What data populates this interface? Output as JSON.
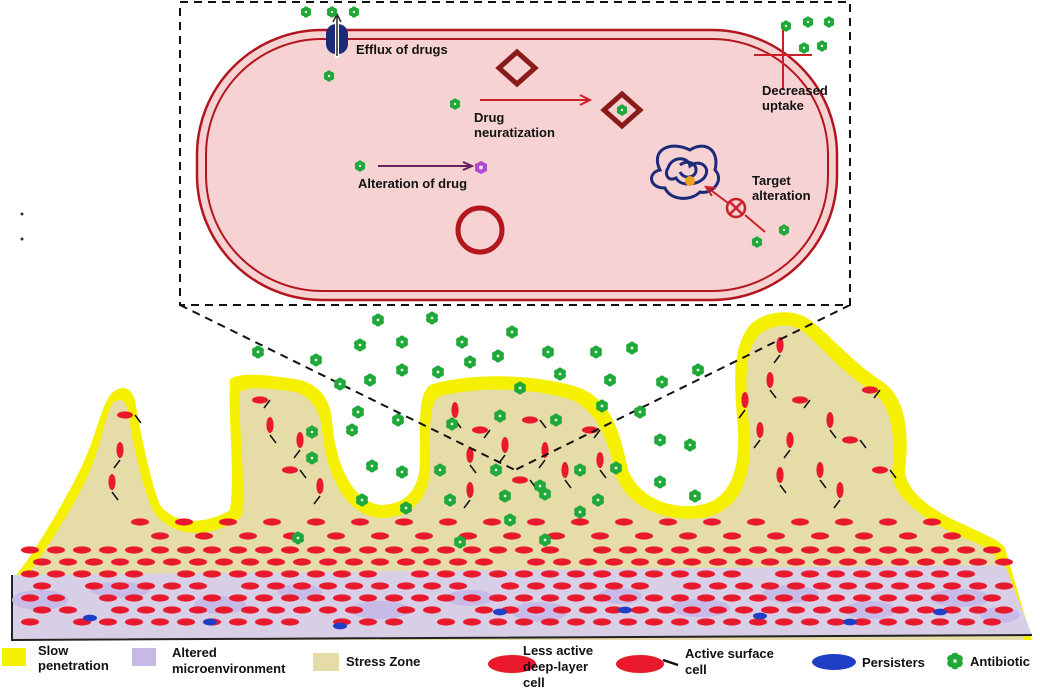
{
  "cell_labels": {
    "efflux": "Efflux of drugs",
    "decreased_uptake_1": "Decreased",
    "decreased_uptake_2": "uptake",
    "neutralization_1": "Drug",
    "neutralization_2": "neuratization",
    "alteration_drug": "Alteration of drug",
    "target_alteration_1": "Target",
    "target_alteration_2": "alteration"
  },
  "legend": {
    "slow_penetration_1": "Slow",
    "slow_penetration_2": "penetration",
    "altered_micro_1": "Altered",
    "altered_micro_2": "microenvironment",
    "stress_zone": "Stress Zone",
    "less_active_1": "Less active",
    "less_active_2": "deep-layer",
    "less_active_3": "cell",
    "active_surface_1": "Active surface",
    "active_surface_2": "cell",
    "persisters": "Persisters",
    "antibiotic": "Antibiotic"
  },
  "colors": {
    "biofilm_yellow": "#f5ef00",
    "stress_zone": "#e6dca8",
    "microenvironment": "#c7b8e6",
    "cell_red": "#e8192c",
    "persister_blue": "#1f3fc7",
    "antibiotic_green": "#20a83a",
    "membrane_red": "#b3161e",
    "cytoplasm_pink": "#f7d2d2",
    "dna_navy": "#1c2a7a"
  },
  "icons": [
    "antibiotic-icon",
    "efflux-pump-icon",
    "enzyme-diamond-icon",
    "target-dna-icon",
    "blocked-uptake-icon"
  ]
}
